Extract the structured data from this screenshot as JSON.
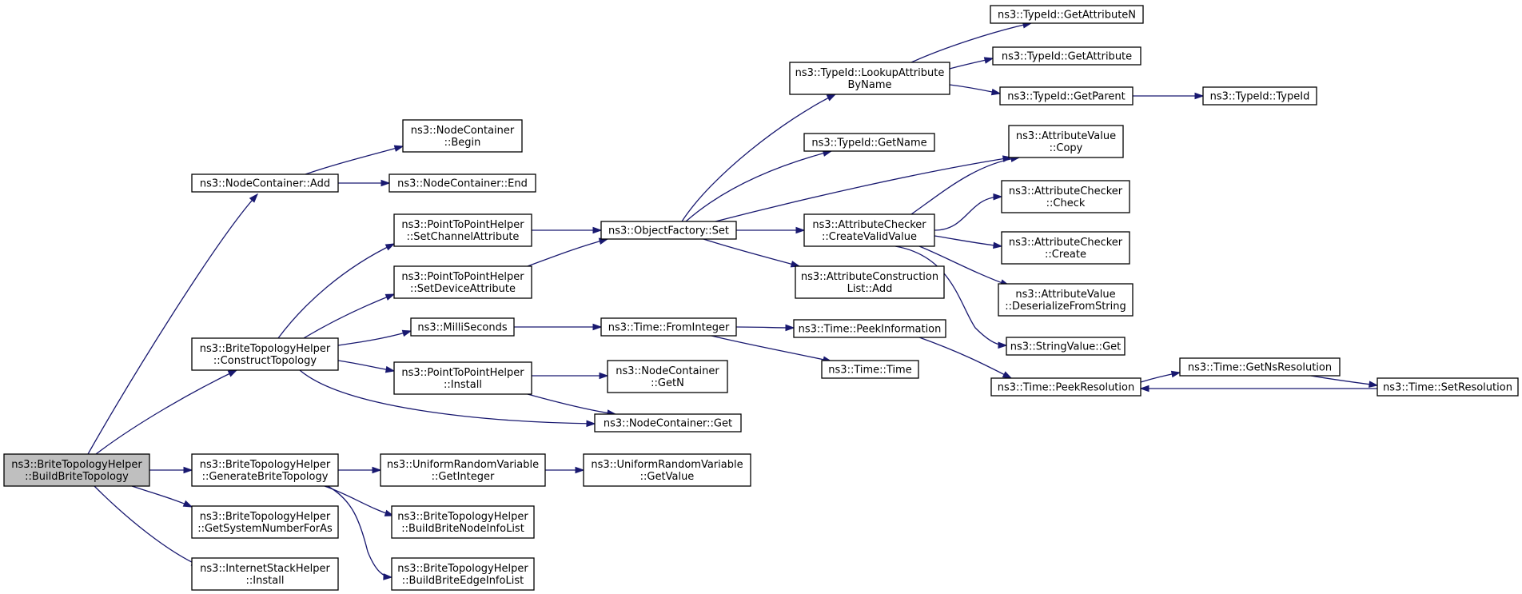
{
  "nodes": [
    {
      "id": "n0",
      "lines": [
        "ns3::BriteTopologyHelper",
        "::BuildBriteTopology"
      ],
      "root": true
    },
    {
      "id": "n1",
      "lines": [
        "ns3::NodeContainer::Add"
      ]
    },
    {
      "id": "n2",
      "lines": [
        "ns3::BriteTopologyHelper",
        "::ConstructTopology"
      ]
    },
    {
      "id": "n3",
      "lines": [
        "ns3::BriteTopologyHelper",
        "::GenerateBriteTopology"
      ]
    },
    {
      "id": "n4",
      "lines": [
        "ns3::BriteTopologyHelper",
        "::GetSystemNumberForAs"
      ]
    },
    {
      "id": "n5",
      "lines": [
        "ns3::InternetStackHelper",
        "::Install"
      ]
    },
    {
      "id": "n6",
      "lines": [
        "ns3::NodeContainer",
        "::Begin"
      ]
    },
    {
      "id": "n7",
      "lines": [
        "ns3::NodeContainer::End"
      ]
    },
    {
      "id": "n8",
      "lines": [
        "ns3::PointToPointHelper",
        "::SetChannelAttribute"
      ]
    },
    {
      "id": "n9",
      "lines": [
        "ns3::PointToPointHelper",
        "::SetDeviceAttribute"
      ]
    },
    {
      "id": "n10",
      "lines": [
        "ns3::MilliSeconds"
      ]
    },
    {
      "id": "n11",
      "lines": [
        "ns3::PointToPointHelper",
        "::Install"
      ]
    },
    {
      "id": "n12",
      "lines": [
        "ns3::UniformRandomVariable",
        "::GetInteger"
      ]
    },
    {
      "id": "n13",
      "lines": [
        "ns3::BriteTopologyHelper",
        "::BuildBriteNodeInfoList"
      ]
    },
    {
      "id": "n14",
      "lines": [
        "ns3::BriteTopologyHelper",
        "::BuildBriteEdgeInfoList"
      ]
    },
    {
      "id": "n15",
      "lines": [
        "ns3::ObjectFactory::Set"
      ]
    },
    {
      "id": "n16",
      "lines": [
        "ns3::Time::FromInteger"
      ]
    },
    {
      "id": "n17",
      "lines": [
        "ns3::NodeContainer",
        "::GetN"
      ]
    },
    {
      "id": "n18",
      "lines": [
        "ns3::NodeContainer::Get"
      ]
    },
    {
      "id": "n19",
      "lines": [
        "ns3::UniformRandomVariable",
        "::GetValue"
      ]
    },
    {
      "id": "n20",
      "lines": [
        "ns3::TypeId::LookupAttribute",
        "ByName"
      ]
    },
    {
      "id": "n21",
      "lines": [
        "ns3::TypeId::GetName"
      ]
    },
    {
      "id": "n22",
      "lines": [
        "ns3::AttributeChecker",
        "::CreateValidValue"
      ]
    },
    {
      "id": "n23",
      "lines": [
        "ns3::AttributeConstruction",
        "List::Add"
      ]
    },
    {
      "id": "n24",
      "lines": [
        "ns3::Time::PeekInformation"
      ]
    },
    {
      "id": "n25",
      "lines": [
        "ns3::Time::Time"
      ]
    },
    {
      "id": "n26",
      "lines": [
        "ns3::TypeId::GetAttributeN"
      ]
    },
    {
      "id": "n27",
      "lines": [
        "ns3::TypeId::GetAttribute"
      ]
    },
    {
      "id": "n28",
      "lines": [
        "ns3::TypeId::GetParent"
      ]
    },
    {
      "id": "n29",
      "lines": [
        "ns3::AttributeValue",
        "::Copy"
      ]
    },
    {
      "id": "n30",
      "lines": [
        "ns3::AttributeChecker",
        "::Check"
      ]
    },
    {
      "id": "n31",
      "lines": [
        "ns3::AttributeChecker",
        "::Create"
      ]
    },
    {
      "id": "n32",
      "lines": [
        "ns3::AttributeValue",
        "::DeserializeFromString"
      ]
    },
    {
      "id": "n33",
      "lines": [
        "ns3::StringValue::Get"
      ]
    },
    {
      "id": "n34",
      "lines": [
        "ns3::Time::PeekResolution"
      ]
    },
    {
      "id": "n35",
      "lines": [
        "ns3::TypeId::TypeId"
      ]
    },
    {
      "id": "n36",
      "lines": [
        "ns3::Time::GetNsResolution"
      ]
    },
    {
      "id": "n37",
      "lines": [
        "ns3::Time::SetResolution"
      ]
    }
  ],
  "edges": [
    {
      "from": "n0",
      "to": "n1"
    },
    {
      "from": "n0",
      "to": "n2"
    },
    {
      "from": "n0",
      "to": "n3"
    },
    {
      "from": "n0",
      "to": "n4"
    },
    {
      "from": "n0",
      "to": "n5"
    },
    {
      "from": "n1",
      "to": "n6"
    },
    {
      "from": "n1",
      "to": "n7"
    },
    {
      "from": "n2",
      "to": "n8"
    },
    {
      "from": "n2",
      "to": "n9"
    },
    {
      "from": "n2",
      "to": "n10"
    },
    {
      "from": "n2",
      "to": "n11"
    },
    {
      "from": "n2",
      "to": "n18"
    },
    {
      "from": "n3",
      "to": "n12"
    },
    {
      "from": "n3",
      "to": "n13"
    },
    {
      "from": "n3",
      "to": "n14"
    },
    {
      "from": "n8",
      "to": "n15"
    },
    {
      "from": "n9",
      "to": "n15"
    },
    {
      "from": "n10",
      "to": "n16"
    },
    {
      "from": "n11",
      "to": "n17"
    },
    {
      "from": "n11",
      "to": "n18"
    },
    {
      "from": "n12",
      "to": "n19"
    },
    {
      "from": "n15",
      "to": "n20"
    },
    {
      "from": "n15",
      "to": "n21"
    },
    {
      "from": "n15",
      "to": "n29"
    },
    {
      "from": "n15",
      "to": "n22"
    },
    {
      "from": "n15",
      "to": "n23"
    },
    {
      "from": "n16",
      "to": "n24"
    },
    {
      "from": "n16",
      "to": "n25"
    },
    {
      "from": "n20",
      "to": "n26"
    },
    {
      "from": "n20",
      "to": "n27"
    },
    {
      "from": "n20",
      "to": "n28"
    },
    {
      "from": "n28",
      "to": "n35"
    },
    {
      "from": "n22",
      "to": "n29"
    },
    {
      "from": "n22",
      "to": "n30"
    },
    {
      "from": "n22",
      "to": "n31"
    },
    {
      "from": "n22",
      "to": "n32"
    },
    {
      "from": "n22",
      "to": "n33"
    },
    {
      "from": "n24",
      "to": "n34"
    },
    {
      "from": "n34",
      "to": "n36"
    },
    {
      "from": "n36",
      "to": "n37"
    },
    {
      "from": "n37",
      "to": "n34"
    }
  ]
}
